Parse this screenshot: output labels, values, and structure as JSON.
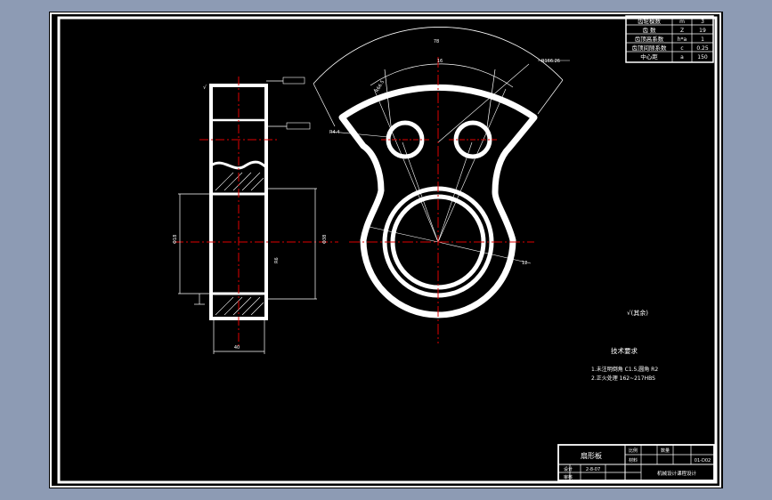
{
  "param_table": {
    "rows": [
      {
        "name": "齿轮模数",
        "sym": "m",
        "val": "3"
      },
      {
        "name": "齿    数",
        "sym": "Z",
        "val": "19"
      },
      {
        "name": "齿顶高系数",
        "sym": "h*a",
        "val": "1"
      },
      {
        "name": "齿顶间隙系数",
        "sym": "c",
        "val": "0.25"
      },
      {
        "name": "中心距",
        "sym": "a",
        "val": "150"
      }
    ]
  },
  "dimensions": {
    "top_width": "78",
    "angle_label": "16",
    "radius_label": "R166.26",
    "side_label_1": "R66.5",
    "side_label_2": "R4.4",
    "lower_label": "12",
    "height_1": "Φ18",
    "height_2": "Φ38",
    "height_3": "R6",
    "bottom_width": "40"
  },
  "roughness_note": "√(其余)",
  "tech_requirements": {
    "heading": "技术要求",
    "items": [
      "1.未注明倒角 C1.5,圆角 R2",
      "2.正火处理 162~217HBS"
    ]
  },
  "title_block": {
    "part_name": "扇形板",
    "scale_label": "比例",
    "quantity_label": "数量",
    "material_label": "材料",
    "drawing_no": "01-D02",
    "designer_label": "设计",
    "checker_label": "审核",
    "date": "2-8-07",
    "school": "机械设计课程设计"
  },
  "colors": {
    "frame": "#ffffff",
    "sheet": "#000000",
    "background": "#8d9bb4",
    "centerline": "#e00000"
  }
}
